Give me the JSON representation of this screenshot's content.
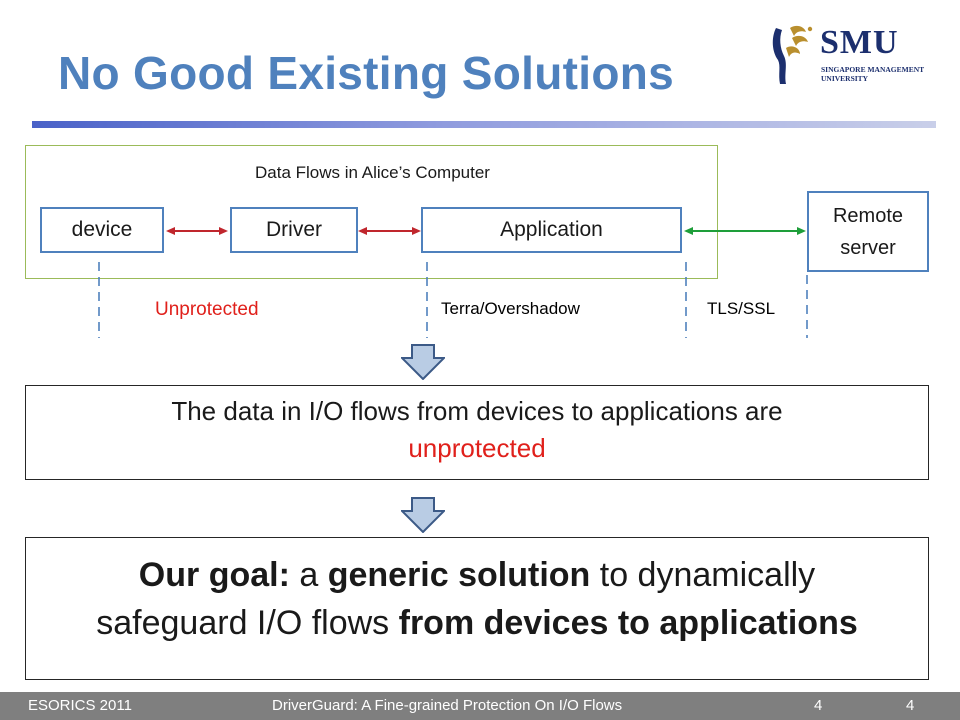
{
  "slide": {
    "title": "No Good Existing Solutions"
  },
  "logo": {
    "name": "SMU",
    "subtitle_line1": "SINGAPORE MANAGEMENT",
    "subtitle_line2": "UNIVERSITY"
  },
  "diagram": {
    "computer_label": "Data Flows in Alice’s Computer",
    "nodes": {
      "device": "device",
      "driver": "Driver",
      "application": "Application",
      "remote_line1": "Remote",
      "remote_line2": "server"
    },
    "zones": {
      "unprotected": "Unprotected",
      "terra": "Terra/Overshadow",
      "tls": "TLS/SSL"
    },
    "colors": {
      "node_border": "#4f81bd",
      "internal_arrow": "#c0262d",
      "network_arrow": "#1e9e3a",
      "computer_border": "#9bbb59",
      "unprotected_text": "#e0201b"
    }
  },
  "message": {
    "line1": "The data in I/O flows from devices to applications are",
    "line2": "unprotected"
  },
  "goal": {
    "lead": "Our goal:",
    "t1": " a ",
    "generic": "generic solution",
    "t2": " to dynamically",
    "t3": "safeguard I/O flows ",
    "scope": "from devices to applications"
  },
  "footer": {
    "conference": "ESORICS 2011",
    "paper": "DriverGuard: A Fine-grained Protection On I/O Flows",
    "slide_no_a": "4",
    "slide_no_b": "4"
  }
}
